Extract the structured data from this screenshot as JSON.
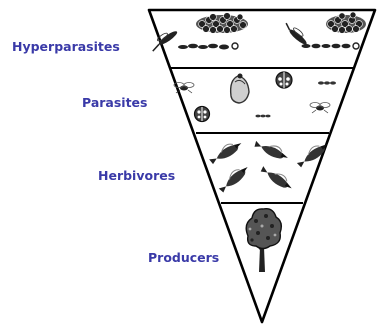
{
  "labels": {
    "hyperparasites": "Hyperparasites",
    "parasites": "Parasites",
    "herbivores": "Herbivores",
    "producers": "Producers"
  },
  "colors": {
    "label": "#3a3aa8",
    "outline": "#000000",
    "ink": "#111111"
  },
  "tiers": [
    {
      "name": "hyperparasites",
      "icons": [
        "wasp-icon",
        "egg-mass-icon",
        "larvae-row-icon"
      ]
    },
    {
      "name": "parasites",
      "icons": [
        "fly-icon",
        "cocoon-icon",
        "ladybird-icon",
        "larva-icon"
      ]
    },
    {
      "name": "herbivores",
      "icons": [
        "bird-icon"
      ]
    },
    {
      "name": "producers",
      "icons": [
        "tree-icon"
      ]
    }
  ]
}
